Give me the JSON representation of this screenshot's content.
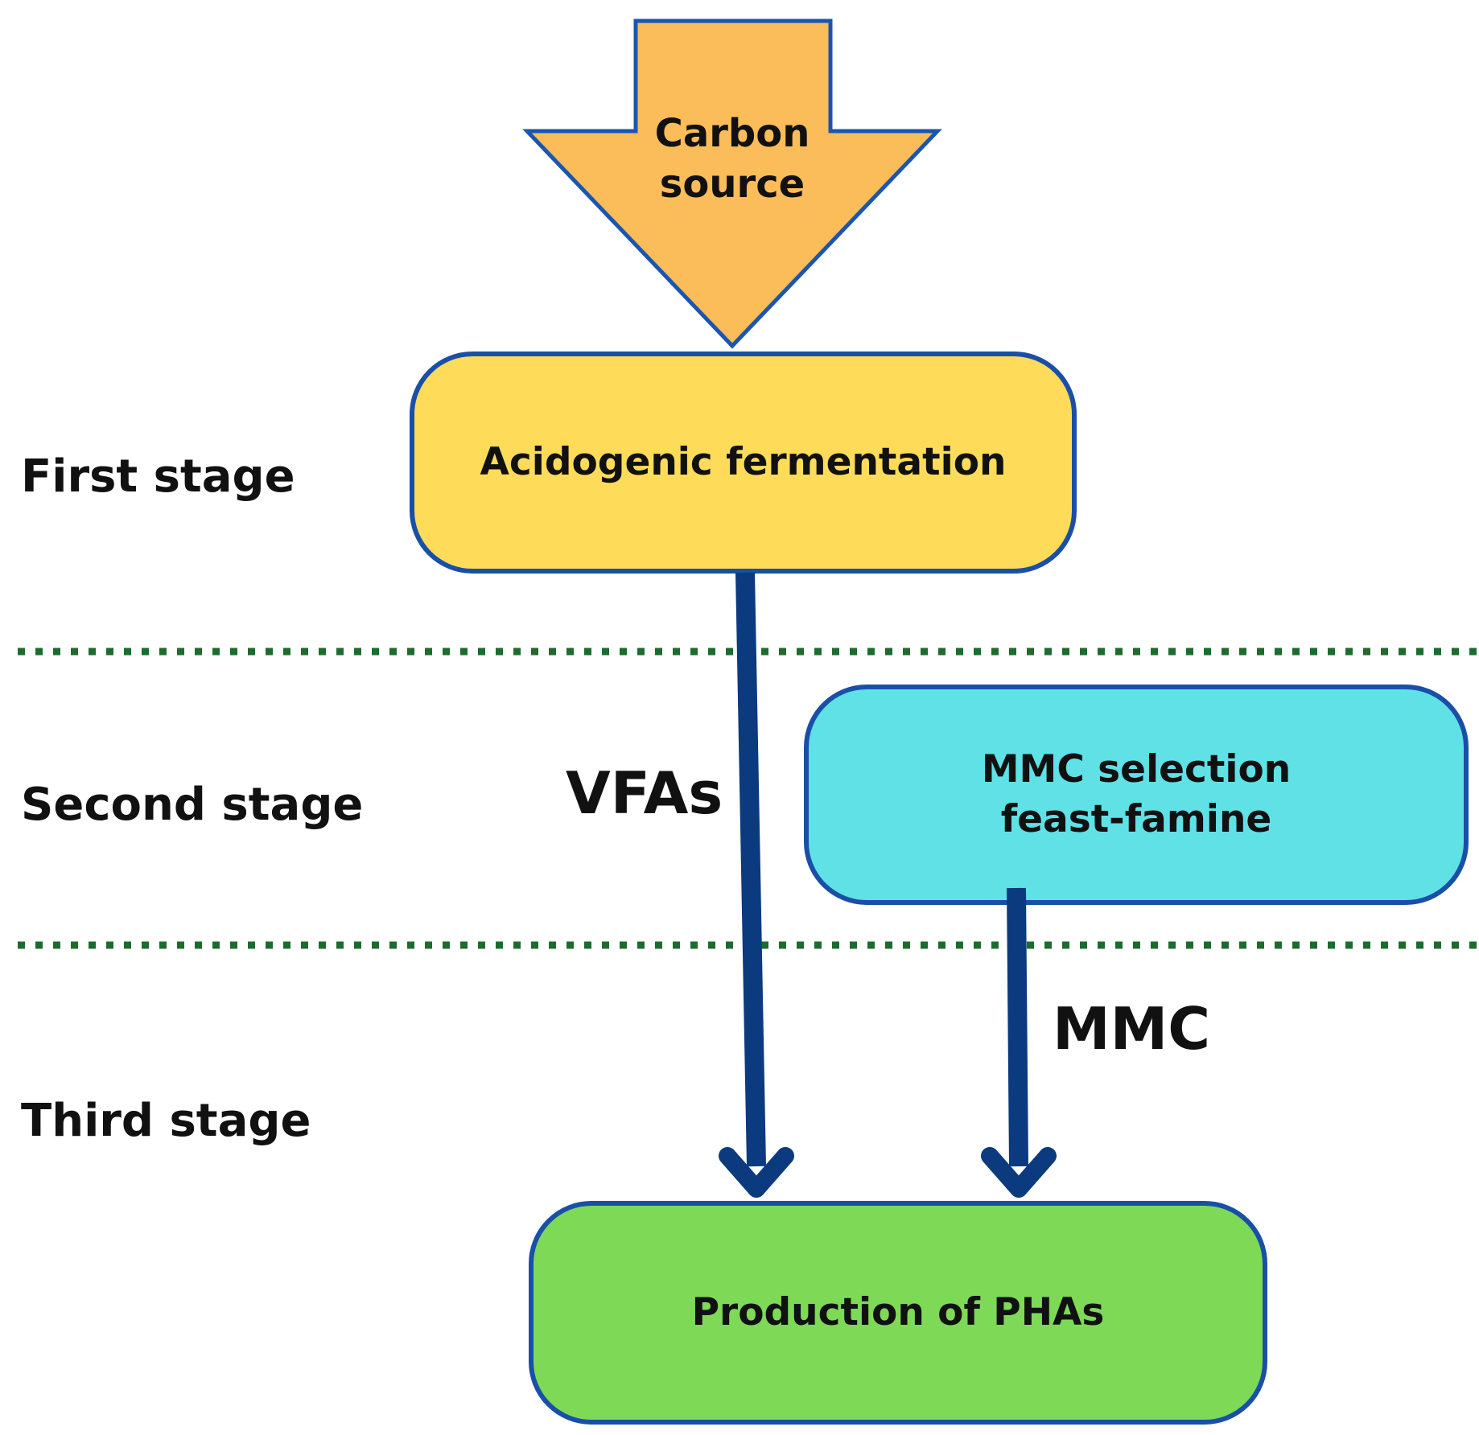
{
  "stages": {
    "first": "First stage",
    "second": "Second stage",
    "third": "Third stage"
  },
  "nodes": {
    "carbon_source": {
      "line1": "Carbon",
      "line2": "source",
      "fill": "#FBBC5A",
      "stroke": "#1A56B0"
    },
    "acidogenic": {
      "label": "Acidogenic fermentation",
      "fill": "#FEDC5A",
      "stroke": "#1A4FA8"
    },
    "mmc_selection": {
      "line1": "MMC selection",
      "line2": "feast-famine",
      "fill": "#5FE1E6",
      "stroke": "#1A4FA8"
    },
    "pha_production": {
      "label": "Production of PHAs",
      "fill": "#7ED957",
      "stroke": "#1A4FA8"
    }
  },
  "edges": {
    "vfas_label": "VFAs",
    "mmc_label": "MMC",
    "color": "#0B3A7E"
  },
  "separators": {
    "color": "#1E6B2E"
  }
}
